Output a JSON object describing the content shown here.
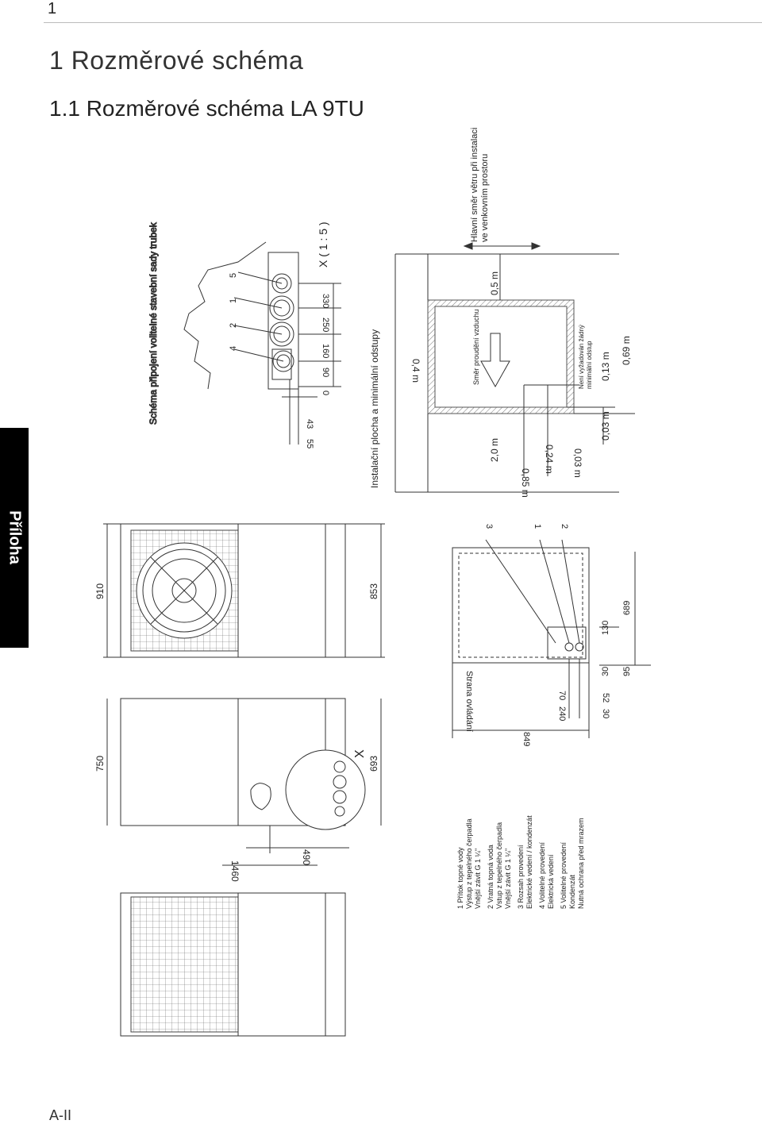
{
  "page": {
    "page_number": "1",
    "heading": "1  Rozměrové schéma",
    "subheading": "1.1   Rozměrové schéma LA 9TU",
    "side_tab": "Příloha",
    "footer": "A-II"
  },
  "pipe_detail": {
    "title": "Schéma připojení volitelné stavební sady trubek",
    "scale": "X ( 1 : 5 )",
    "pipe_numbers": [
      "4",
      "2",
      "1",
      "5"
    ],
    "dims": [
      "0",
      "90",
      "160",
      "250",
      "330",
      "43",
      "55"
    ]
  },
  "install_area": {
    "title": "Instalační plocha a minimální odstupy",
    "d_04": "0,4 m",
    "d_20": "2,0 m",
    "d_085": "0,85 m",
    "d_024": "0,24 m",
    "d_003a": "0,03 m",
    "d_003b": "0,03 m",
    "d_013": "0,13 m",
    "d_069": "0,69 m",
    "d_05": "0,5 m",
    "airflow": "Směr proudění vzduchu",
    "no_gap_1": "Není vyžadován žádný",
    "no_gap_2": "minimální odstup",
    "wind_1": "Hlavní směr větru při instalaci",
    "wind_2": "ve venkovním prostoru"
  },
  "views": {
    "d_910": "910",
    "d_853": "853",
    "d_750": "750",
    "d_693": "693",
    "d_1460": "1460",
    "d_490": "490",
    "x_mark": "X"
  },
  "side_view": {
    "control_side": "Strana ovládání",
    "callouts": [
      "3",
      "1",
      "2"
    ],
    "dims": {
      "d_849": "849",
      "d_240": "240",
      "d_70": "70",
      "d_30a": "30",
      "d_52": "52",
      "d_30b": "30",
      "d_95": "95",
      "d_130": "130",
      "d_689": "689"
    }
  },
  "legend": [
    "1 Přítok topné vody",
    "Výstup z tepelného čerpadla",
    "Vnější závit G 1 ¼\"",
    "2 Vratná topná voda",
    "Vstup z tepelného čerpadla",
    "Vnější závit G 1 ¼\"",
    "3 Rozsah provedení",
    "Elektrické vedení / kondenzát",
    "4 Volitelné provedení",
    "Elektrická vedení",
    "5 Volitelné provedení",
    "Kondenzát",
    "Nutná ochrana před mrazem"
  ]
}
